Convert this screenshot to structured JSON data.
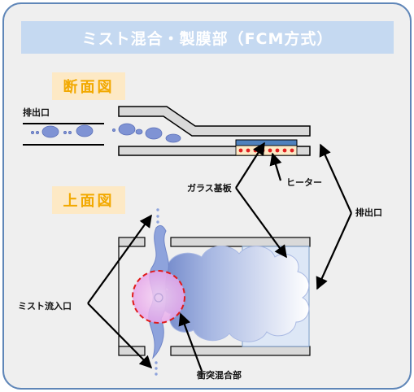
{
  "title": "ミスト混合・製膜部（FCM方式）",
  "sections": {
    "cross_section": "断面図",
    "top_view": "上面図"
  },
  "labels": {
    "exhaust_left": "排出口",
    "glass_substrate": "ガラス基板",
    "heater": "ヒーター",
    "exhaust_right": "排出口",
    "mist_inlet": "ミスト流入口",
    "collision_mixing": "衝突混合部"
  }
}
